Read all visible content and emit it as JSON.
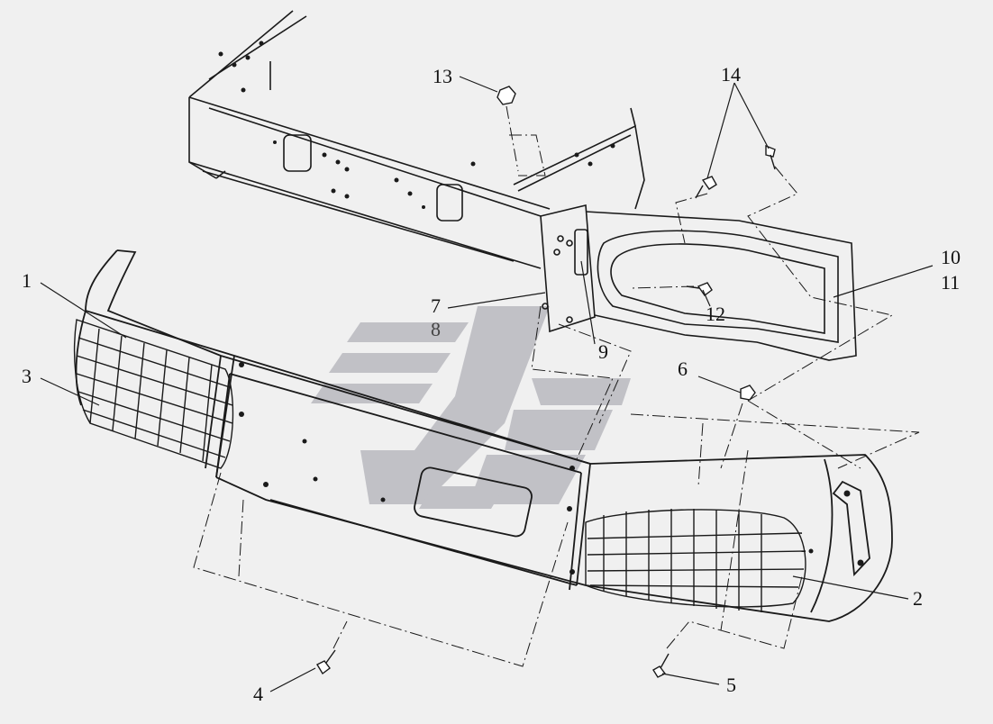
{
  "diagram": {
    "background": "#f0f0f0",
    "line_color": "#1a1a1a",
    "watermark_color": "#b9b9bf",
    "callouts": [
      {
        "id": "c1",
        "text": "1"
      },
      {
        "id": "c2",
        "text": "2"
      },
      {
        "id": "c3",
        "text": "3"
      },
      {
        "id": "c4",
        "text": "4"
      },
      {
        "id": "c5",
        "text": "5"
      },
      {
        "id": "c6",
        "text": "6"
      },
      {
        "id": "c7",
        "text": "7"
      },
      {
        "id": "c8",
        "text": "8"
      },
      {
        "id": "c9",
        "text": "9"
      },
      {
        "id": "c10",
        "text": "10"
      },
      {
        "id": "c11",
        "text": "11"
      },
      {
        "id": "c12",
        "text": "12"
      },
      {
        "id": "c13",
        "text": "13"
      },
      {
        "id": "c14",
        "text": "14"
      }
    ]
  }
}
